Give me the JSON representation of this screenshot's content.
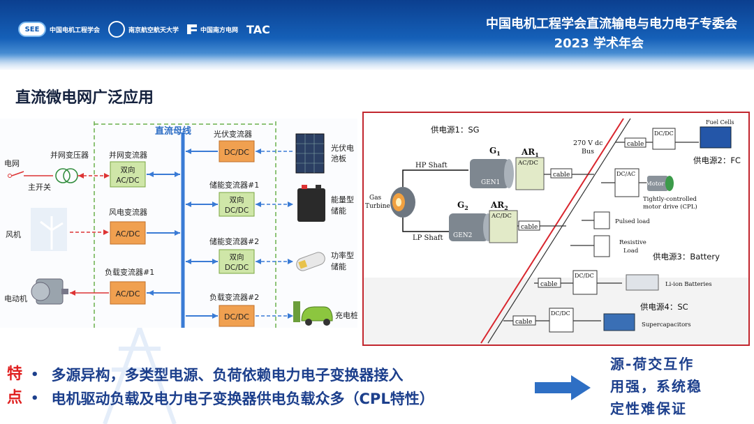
{
  "header": {
    "logos": [
      {
        "badge": "SEE",
        "name": "中国电机工程学会"
      },
      {
        "name": "南京航空航天大学"
      },
      {
        "name": "中国南方电网"
      },
      {
        "name": "TAC"
      }
    ],
    "conf_title": "中国电机工程学会直流输电与电力电子专委会",
    "conf_year": "2023 学术年会"
  },
  "page_title": "直流微电网广泛应用",
  "left_diagram": {
    "bus_label": "直流母线",
    "grid_label": "电网",
    "main_switch": "主开关",
    "grid_transformer": "并网变压器",
    "grid_converter_title": "并网变流器",
    "grid_converter_box": [
      "双向",
      "AC/DC"
    ],
    "wind_converter_title": "风电变流器",
    "wind_converter_box": "AC/DC",
    "wind_label": "风机",
    "load_converter1_title": "负载变流器#1",
    "load_converter1_box": "AC/DC",
    "motor_label": "电动机",
    "pv_converter_title": "光伏变流器",
    "pv_converter_box": "DC/DC",
    "pv_label": [
      "光伏电",
      "池板"
    ],
    "storage1_title": "储能变流器#1",
    "storage1_box": [
      "双向",
      "DC/DC"
    ],
    "storage1_label": [
      "能量型",
      "储能"
    ],
    "storage2_title": "储能变流器#2",
    "storage2_box": [
      "双向",
      "DC/DC"
    ],
    "storage2_label": [
      "功率型",
      "储能"
    ],
    "load_converter2_title": "负载变流器#2",
    "load_converter2_box": "DC/DC",
    "charger_label": "充电桩"
  },
  "right_diagram": {
    "source1": "供电源1：SG",
    "source2": "供电源2：FC",
    "source3": "供电源3：Battery",
    "source4": "供电源4：SC",
    "hp_shaft": "HP Shaft",
    "lp_shaft": "LP Shaft",
    "gas_turbine": [
      "Gas",
      "Turbine"
    ],
    "g1": "G",
    "g1_sub": "1",
    "gen1": "GEN1",
    "g2": "G",
    "g2_sub": "2",
    "gen2": "GEN2",
    "ar1": "AR",
    "ar1_sub": "1",
    "ar2": "AR",
    "ar2_sub": "2",
    "acdc": "AC/DC",
    "cable": "cable",
    "bus": [
      "270 V dc",
      "Bus"
    ],
    "dcdc": "DC/DC",
    "dcac": "DC/AC",
    "fuel_cells": "Fuel Cells",
    "motor": "Motor",
    "motor_drive": [
      "Tightly-controlled",
      "motor drive (CPL)"
    ],
    "pulsed_load": "Pulsed load",
    "resistive_load": [
      "Resistive",
      "Load"
    ],
    "li_ion": "Li-ion Batteries",
    "supercap": "Supercapacitors"
  },
  "features": {
    "label": [
      "特",
      "点"
    ],
    "items": [
      "多源异构，多类型电源、负荷依赖电力电子变换器接入",
      "电机驱动负载及电力电子变换器供电负载众多（CPL特性）"
    ]
  },
  "conclusion": [
    "源-荷交互作",
    "用强，系统稳",
    "定性难保证"
  ],
  "colors": {
    "header_dark": "#0b3f8f",
    "converter_orange": "#f0a050",
    "converter_green": "#cfe6a8",
    "bus_blue": "#3a7bd5",
    "frame_red": "#c2262e",
    "text_blue": "#1c3f8c",
    "accent_red": "#e02020"
  }
}
